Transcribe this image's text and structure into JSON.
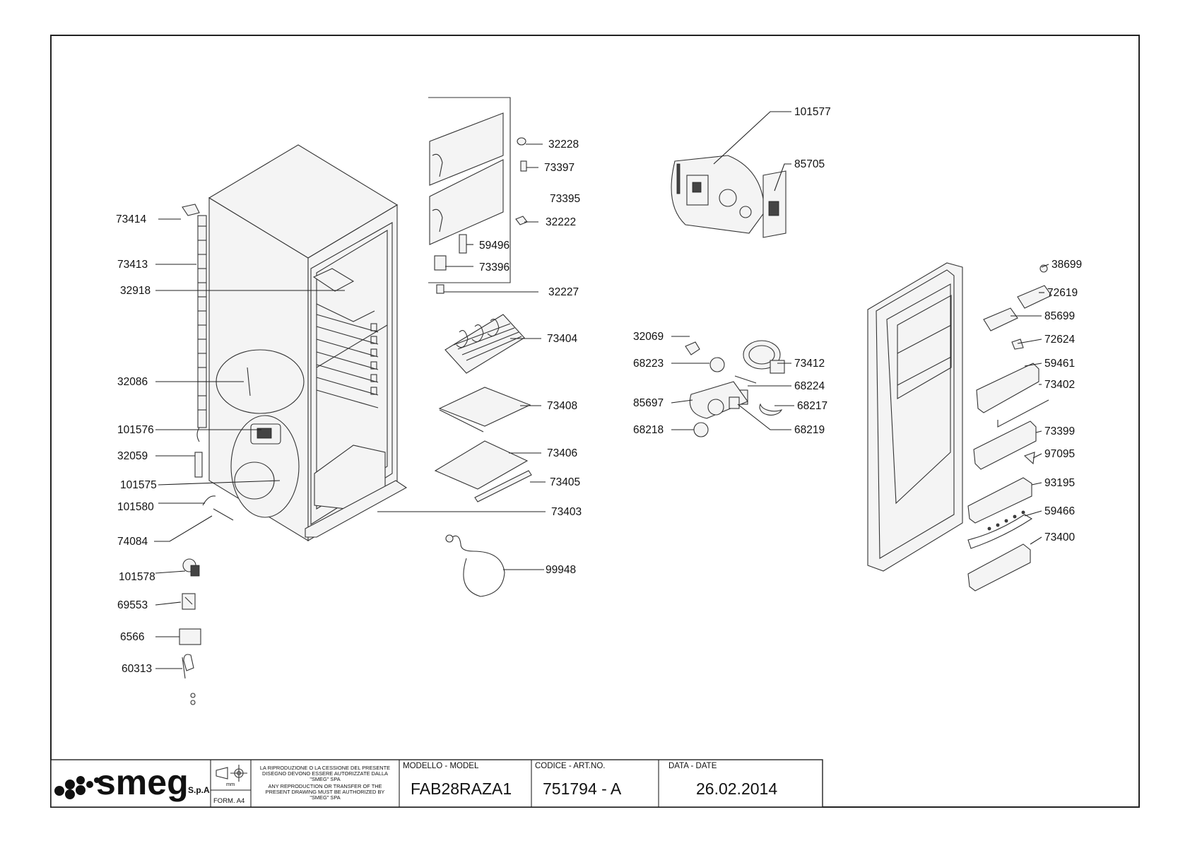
{
  "titleblock": {
    "brand": "smeg",
    "brand_suffix": "S.p.A",
    "form": "FORM. A4",
    "unit": "mm",
    "copyright_it": [
      "LA RIPRODUZIONE O LA CESSIONE DEL PRESENTE",
      "DISEGNO DEVONO ESSERE AUTORIZZATE DALLA",
      "\"SMEG\" SPA"
    ],
    "copyright_en": [
      "ANY REPRODUCTION OR TRANSFER OF THE",
      "PRESENT DRAWING MUST BE AUTHORIZED BY",
      "\"SMEG\" SPA"
    ],
    "model_label": "MODELLO - MODEL",
    "model_value": "FAB28RAZA1",
    "code_label": "CODICE - ART.NO.",
    "code_value": "751794 - A",
    "date_label": "DATA - DATE",
    "date_value": "26.02.2014"
  },
  "parts": {
    "left": [
      "73414",
      "73413",
      "32918",
      "32086",
      "101576",
      "32059",
      "101575",
      "101580",
      "74084",
      "101578",
      "69553",
      "6566",
      "60313"
    ],
    "shelf_column": [
      "32228",
      "73397",
      "73395",
      "32222",
      "59496",
      "73396",
      "32227",
      "73404",
      "73408",
      "73406",
      "73405",
      "73403",
      "99948"
    ],
    "control": [
      "101577",
      "85705",
      "32069",
      "68223",
      "85697",
      "68218",
      "73412",
      "68224",
      "68217",
      "68219"
    ],
    "door": [
      "38699",
      "72619",
      "85699",
      "72624",
      "59461",
      "73402",
      "73399",
      "97095",
      "93195",
      "59466",
      "73400"
    ]
  }
}
